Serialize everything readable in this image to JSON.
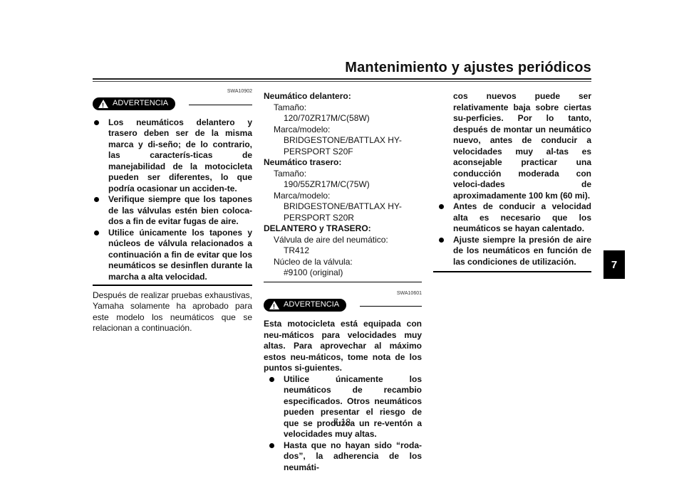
{
  "header": {
    "title": "Mantenimiento y ajustes periódicos"
  },
  "chapter_tab": "7",
  "page_number": "7-18",
  "warning_label": "ADVERTENCIA",
  "col1": {
    "code": "SWA10902",
    "bullets": [
      "Los neumáticos delantero y trasero deben ser de la misma marca y di-seño; de lo contrario, las caracterís-ticas de manejabilidad de la motocicleta pueden ser diferentes, lo que podría ocasionar un acciden-te.",
      "Verifique siempre que los tapones de las válvulas estén bien coloca-dos a fin de evitar fugas de aire.",
      "Utilice únicamente los tapones y núcleos de válvula relacionados a continuación a fin de evitar que los neumáticos se desinflen durante la marcha a alta velocidad."
    ],
    "paragraph": "Después de realizar pruebas exhaustivas, Yamaha solamente ha aprobado para este modelo los neumáticos que se relacionan a continuación."
  },
  "col2": {
    "spec": {
      "front_heading": "Neumático delantero:",
      "size_label": "Tamaño:",
      "front_size": "120/70ZR17M/C(58W)",
      "model_label": "Marca/modelo:",
      "front_model_1": "BRIDGESTONE/BATTLAX HY-",
      "front_model_2": "PERSPORT S20F",
      "rear_heading": "Neumático trasero:",
      "rear_size": "190/55ZR17M/C(75W)",
      "rear_model_1": "BRIDGESTONE/BATTLAX HY-",
      "rear_model_2": "PERSPORT S20R",
      "both_heading": "DELANTERO y TRASERO:",
      "valve_label": "Válvula de aire del neumático:",
      "valve_value": "TR412",
      "core_label": "Núcleo de la válvula:",
      "core_value": "#9100 (original)"
    },
    "code": "SWA10601",
    "intro": "Esta motocicleta está equipada con neu-máticos para velocidades muy altas. Para aprovechar al máximo estos neu-máticos, tome nota de los puntos si-guientes.",
    "bullets": [
      "Utilice únicamente los neumáticos de recambio especificados. Otros neumáticos pueden presentar el riesgo de que se produzca un re-ventón a velocidades muy altas.",
      "Hasta que no hayan sido “roda-dos”, la adherencia de los neumáti-"
    ]
  },
  "col3": {
    "continuation": "cos nuevos puede ser relativamente baja sobre ciertas su-perficies. Por lo tanto, después de montar un neumático nuevo, antes de conducir a velocidades muy al-tas es aconsejable practicar una conducción moderada con veloci-dades de aproximadamente 100 km (60 mi).",
    "bullets": [
      "Antes de conducir a velocidad alta es necesario que los neumáticos se hayan calentado.",
      "Ajuste siempre la presión de aire de los neumáticos en función de las condiciones de utilización."
    ]
  }
}
